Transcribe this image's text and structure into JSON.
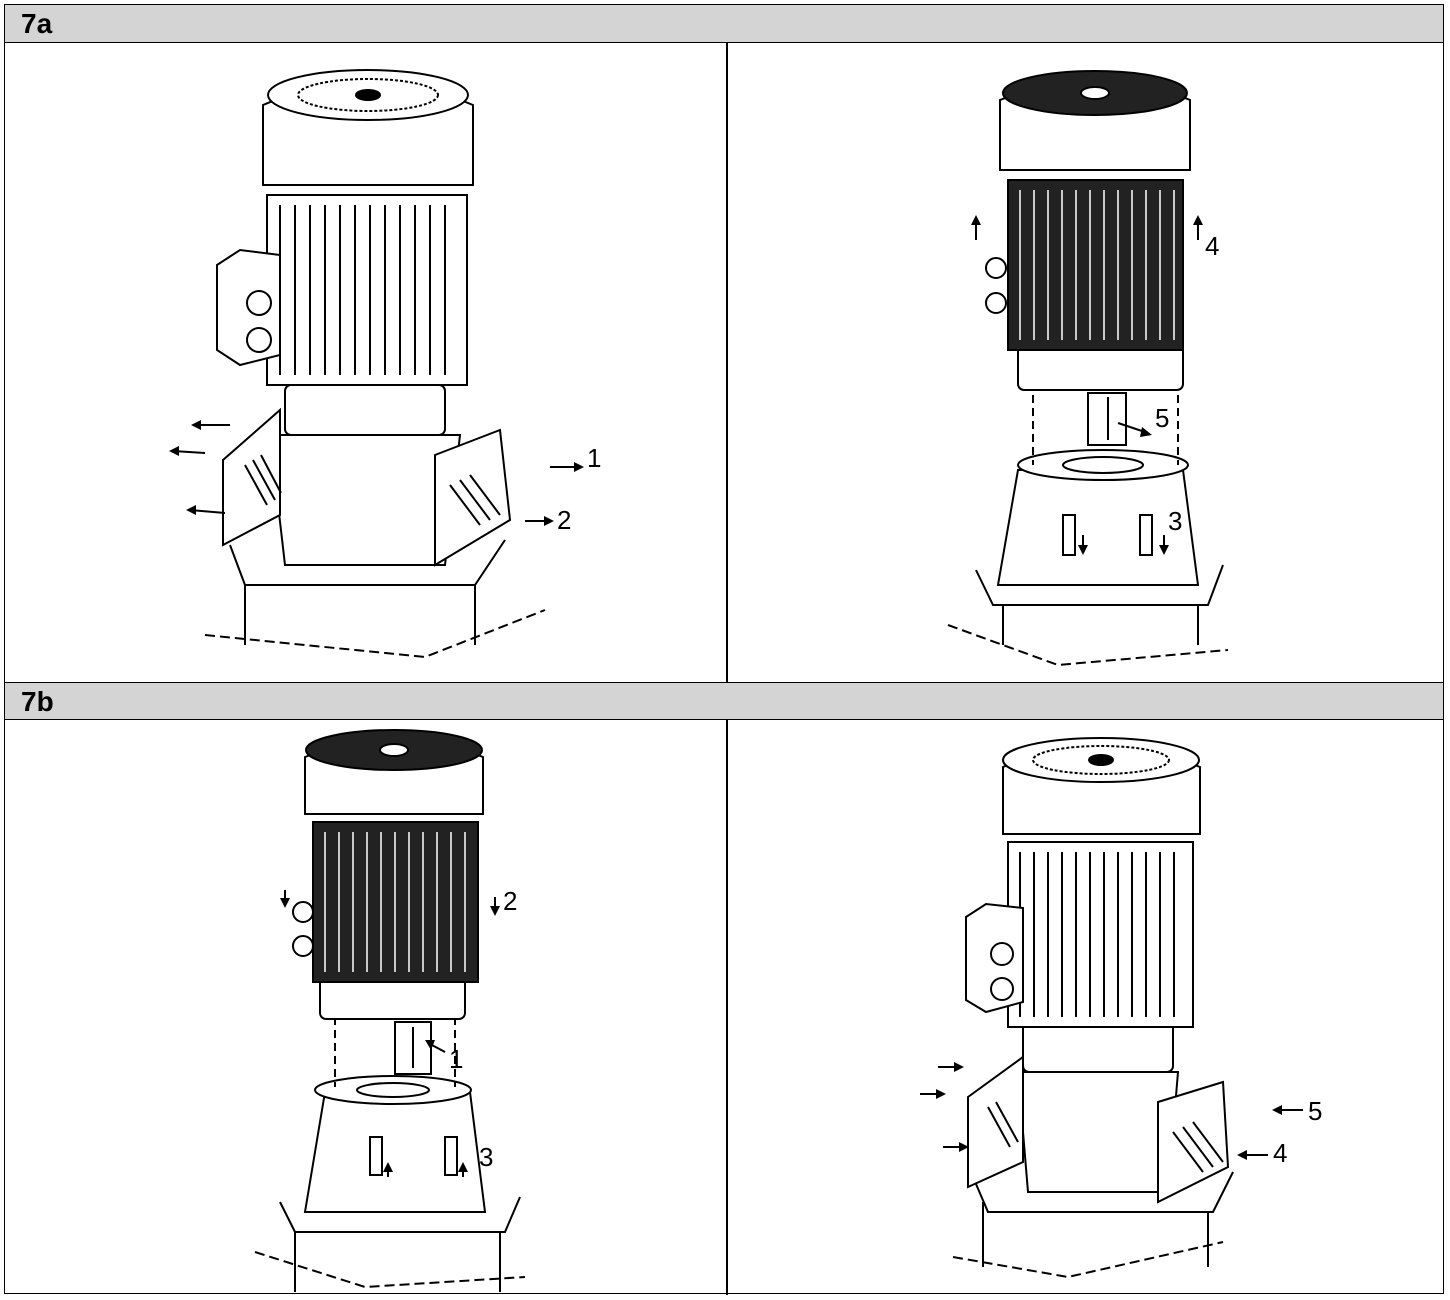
{
  "sections": [
    {
      "label": "7a",
      "panels": [
        {
          "callouts": [
            "1",
            "2"
          ]
        },
        {
          "callouts": [
            "4",
            "5",
            "3"
          ]
        }
      ]
    },
    {
      "label": "7b",
      "panels": [
        {
          "callouts": [
            "2",
            "1",
            "3"
          ]
        },
        {
          "callouts": [
            "5",
            "4"
          ]
        }
      ]
    }
  ]
}
